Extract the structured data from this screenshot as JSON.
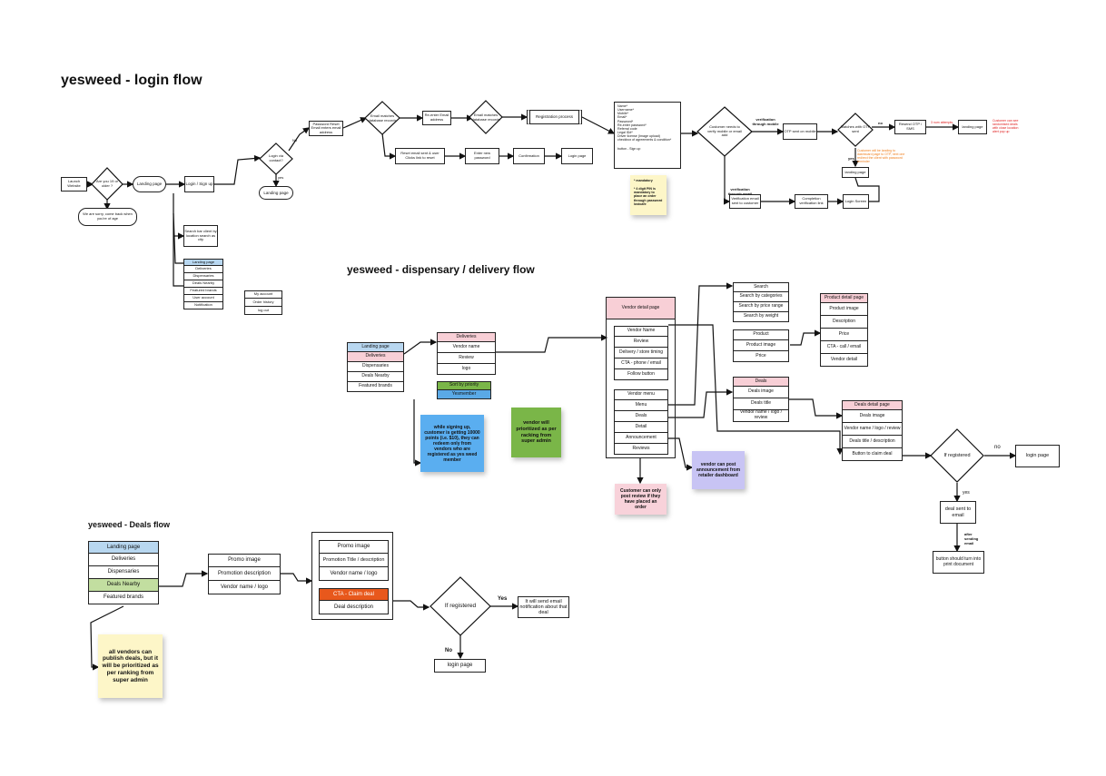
{
  "titles": {
    "login": "yesweed - login flow",
    "dispensary": "yesweed - dispensary / delivery flow",
    "deals": "yesweed - Deals flow"
  },
  "login_flow": {
    "launch": "Launch Website",
    "first_decision": "Are you 19 or older ?",
    "sorry": "We are sorry, come back when you're of age",
    "landing": "Landing page",
    "login_signup": "Login / Sign up",
    "login_decision": "Login via contact?",
    "no": "No",
    "yes": "yes",
    "landing_page2": "Landing page",
    "search_bar": "Search bar client by location search as city",
    "menu": [
      "Landing page",
      "Deliveries",
      "Dispensaries",
      "Deals Nearby",
      "Featured brands",
      "User account",
      "Notification"
    ],
    "account_menu": [
      "My account",
      "Order history",
      "log out"
    ],
    "password_reset": "Password Reset Email enters email address",
    "email_match": "Email matches database records",
    "reenter": "Re-enter Email address",
    "email_match2": "Email matches database records",
    "registration": "Registration process",
    "reset_link": "Reset email sent & user Clicks link to reset",
    "enter_password": "Enter new password",
    "confirmation": "Confirmation",
    "login_page": "Login page",
    "form_fields": [
      "Name*",
      "Username*",
      "Mobile*",
      "Email*",
      "Password*",
      "Re-enter password*",
      "Referral code",
      "Legal ID#*",
      "Driver license (Image upload)",
      "checkbox of agreements & condition*",
      "",
      "button - Sign up"
    ],
    "mandatory_note": "* mandatory\n\n* 4 digit PIN is mandatory to place an order through password lostcafe",
    "verify_decision": "Customer needs to verify mobile or email add",
    "verification_mobile": "verification through mobile",
    "otp": "OTP sent on mobile",
    "match_decision": "Matches with OTP sent",
    "no_label": "no",
    "yes_label": "yes",
    "resend": "Resend OTP / SMS",
    "num_attempts": "3 num attempts",
    "landing_right": "landing page",
    "red_note": "Customer can see randomised deals with close location alert pop up",
    "orange_note": "Customer will be landing to dashboard page to OTP, next one redirect the client with password reminder",
    "landing_small": "landing page",
    "verification_email": "verification through email",
    "verification_sent": "Verification email sent to customer",
    "completion": "Completion verification link",
    "login_screen": "Login Screen"
  },
  "dispensary_flow": {
    "landing_menu": [
      "Landing page",
      "Deliveries",
      "Dispensaries",
      "Deals Nearby",
      "Featured brands"
    ],
    "deliveries_list": [
      "Deliveries",
      "Vendor name",
      "Review",
      "logo"
    ],
    "sort_list": [
      "Sort by priority",
      "Yesmember"
    ],
    "blue_note": "while signing up, customer is getting 10000 points (i.e. $10), they can redeem only from vendors who are registered as yes weed member",
    "green_note": "vendor will prioritized as per racking from super admin",
    "vendor_detail": "Vendor detail page",
    "vendor_info": [
      "Vendor Name",
      "Review",
      "Delivery / store timing",
      "CTA - phone / email",
      "Follow button"
    ],
    "vendor_menu": [
      "Vendor menu",
      "Menu",
      "Deals",
      "Detail",
      "Announcement",
      "Reviews"
    ],
    "pink_note": "Customer can only post review if they have placed an order",
    "purple_note": "vendor can post announcement from retailer dashboard",
    "search_list": [
      "Search",
      "Search by categories",
      "Search by price range",
      "Search by weight"
    ],
    "product_list": [
      "Product",
      "Product image",
      "Price"
    ],
    "product_detail": [
      "Product detail page",
      "Product image",
      "Description",
      "Price",
      "CTA - call / email",
      "Vendor detail"
    ],
    "deals_list": [
      "Deals",
      "Deals image",
      "Deals title",
      "Vendor name / logo / review"
    ],
    "deals_detail": [
      "Deals detail page",
      "Deals image",
      "Vendor name / logo / review",
      "Deals title / description",
      "Button to claim deal"
    ],
    "if_registered": "If registered",
    "no": "no",
    "login_page": "login page",
    "yes": "yes",
    "deal_sent": "deal sent to email",
    "after_sending": "after sending email",
    "print": "button should turn into print document"
  },
  "deals_flow": {
    "landing_menu": [
      "Landing page",
      "Deliveries",
      "Dispensaries",
      "Deals Nearby",
      "Featured brands"
    ],
    "promo_list": [
      "Promo image",
      "Promotion description",
      "Vendor name / logo"
    ],
    "detail_top": [
      "Promo image",
      "Promotion Title / description",
      "Vendor name / logo"
    ],
    "detail_bottom": [
      "CTA - Claim deal",
      "Deal description"
    ],
    "if_registered": "If registered",
    "yes": "Yes",
    "notification": "It will send email notification about that deal",
    "no": "No",
    "login_page": "login page",
    "yellow_note": "all vendors can publish deals, but it will be prioritized as per ranking from super admin"
  }
}
